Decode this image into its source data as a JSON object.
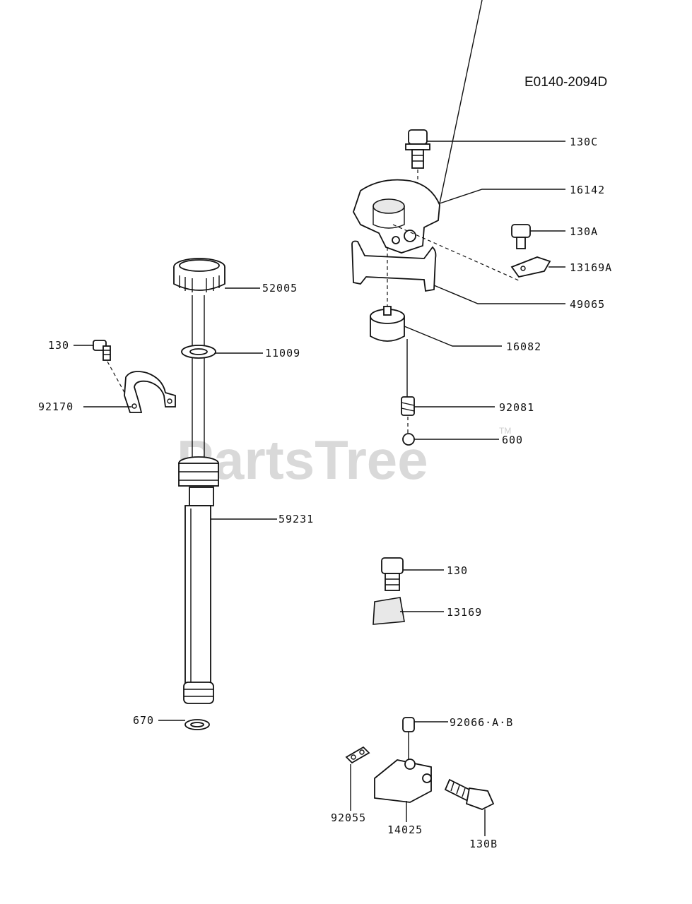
{
  "diagram": {
    "ref_code": "E0140-2094D",
    "watermark": "PartsTree",
    "watermark_mark": "TM",
    "callouts": {
      "p130C": "130C",
      "p16142": "16142",
      "p130A": "130A",
      "p13169A": "13169A",
      "p49065": "49065",
      "p16082": "16082",
      "p92081": "92081",
      "p600": "600",
      "p52005": "52005",
      "p11009": "11009",
      "p130_left": "130",
      "p92170": "92170",
      "p59231": "59231",
      "p130_mid": "130",
      "p13169": "13169",
      "p670": "670",
      "p92066": "92066·A·B",
      "p92055": "92055",
      "p14025": "14025",
      "p130B": "130B"
    }
  }
}
